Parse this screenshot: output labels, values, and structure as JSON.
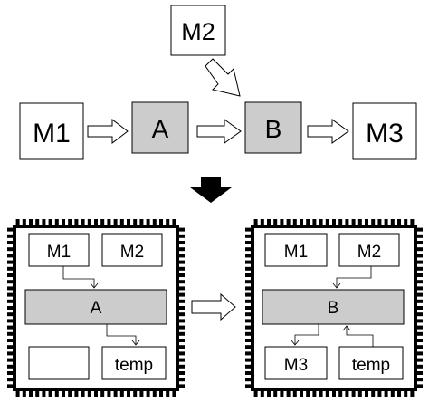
{
  "colors": {
    "background": "#ffffff",
    "stroke": "#000000",
    "module_fill": "#cccccc",
    "box_fill": "#ffffff",
    "chip_border": "#000000"
  },
  "top_flow": {
    "m1_label": "M1",
    "m2_label": "M2",
    "a_label": "A",
    "b_label": "B",
    "m3_label": "M3"
  },
  "chip_left": {
    "m1_label": "M1",
    "m2_label": "M2",
    "a_label": "A",
    "empty_label": "",
    "temp_label": "temp"
  },
  "chip_right": {
    "m1_label": "M1",
    "m2_label": "M2",
    "b_label": "B",
    "m3_label": "M3",
    "temp_label": "temp"
  }
}
